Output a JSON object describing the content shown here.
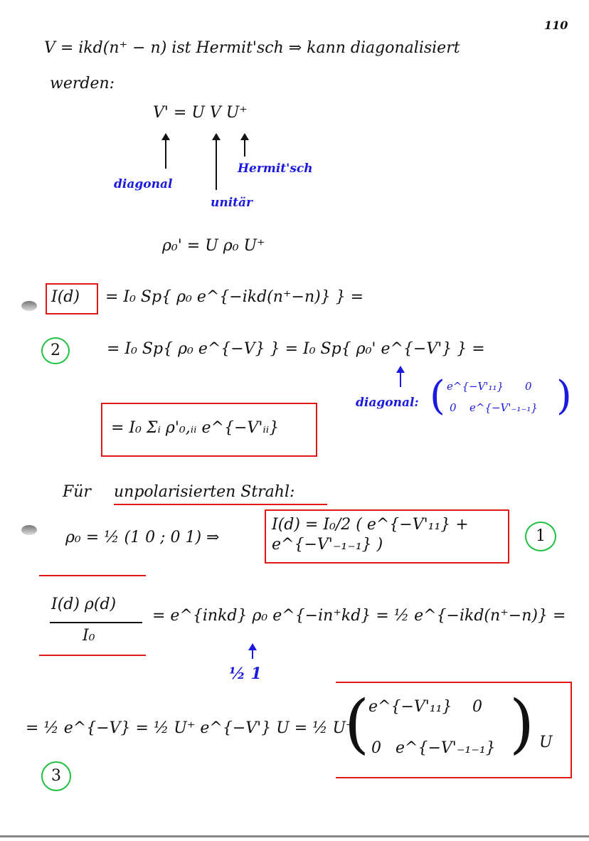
{
  "page_number": "110",
  "line1": "V = ikd(n⁺ − n) ist Hermit'sch ⇒ kann diagonalisiert",
  "line2": "werden:",
  "transform": "V' = U V U⁺",
  "annotations": {
    "diagonal": "diagonal",
    "unitaer": "unitär",
    "hermitsch": "Hermit'sch"
  },
  "rho_transform": "ρ₀' = U ρ₀ U⁺",
  "eq_I_lhs": "I(d)",
  "eq_I_rhs": "= I₀ Sp{ ρ₀ e^{−ikd(n⁺−n)} } =",
  "eq2": "= I₀ Sp{ ρ₀ e^{−V} } = I₀ Sp{ ρ₀' e^{−V'} } =",
  "eq2_label": "2",
  "diag_note_label": "diagonal:",
  "diag_matrix": [
    "e^{−V'₁₁}",
    "0",
    "0",
    "e^{−V'₋₁₋₁}"
  ],
  "eq_sum": "= I₀ Σᵢ ρ'₀,ᵢᵢ e^{−V'ᵢᵢ}",
  "unpol_prefix": "Für",
  "unpol_heading": "unpolarisierten Strahl:",
  "rho0_eq": "ρ₀ = ½ (1 0 ; 0 1) ⇒",
  "eq1": "I(d) = I₀/2 ( e^{−V'₁₁} + e^{−V'₋₁₋₁} )",
  "eq1_label": "1",
  "frac_num": "I(d) ρ(d)",
  "frac_den": "I₀",
  "eq3_rhs": "= e^{inkd} ρ₀ e^{−in⁺kd} = ½ e^{−ikd(n⁺−n)} =",
  "rho0_note": "½ 1",
  "eq3": "= ½ e^{−V} = ½ U⁺ e^{−V'} U = ½ U⁺",
  "eq3_matrix": [
    "e^{−V'₁₁}",
    "0",
    "0",
    "e^{−V'₋₁₋₁}"
  ],
  "eq3_tail": "U",
  "eq3_label": "3"
}
